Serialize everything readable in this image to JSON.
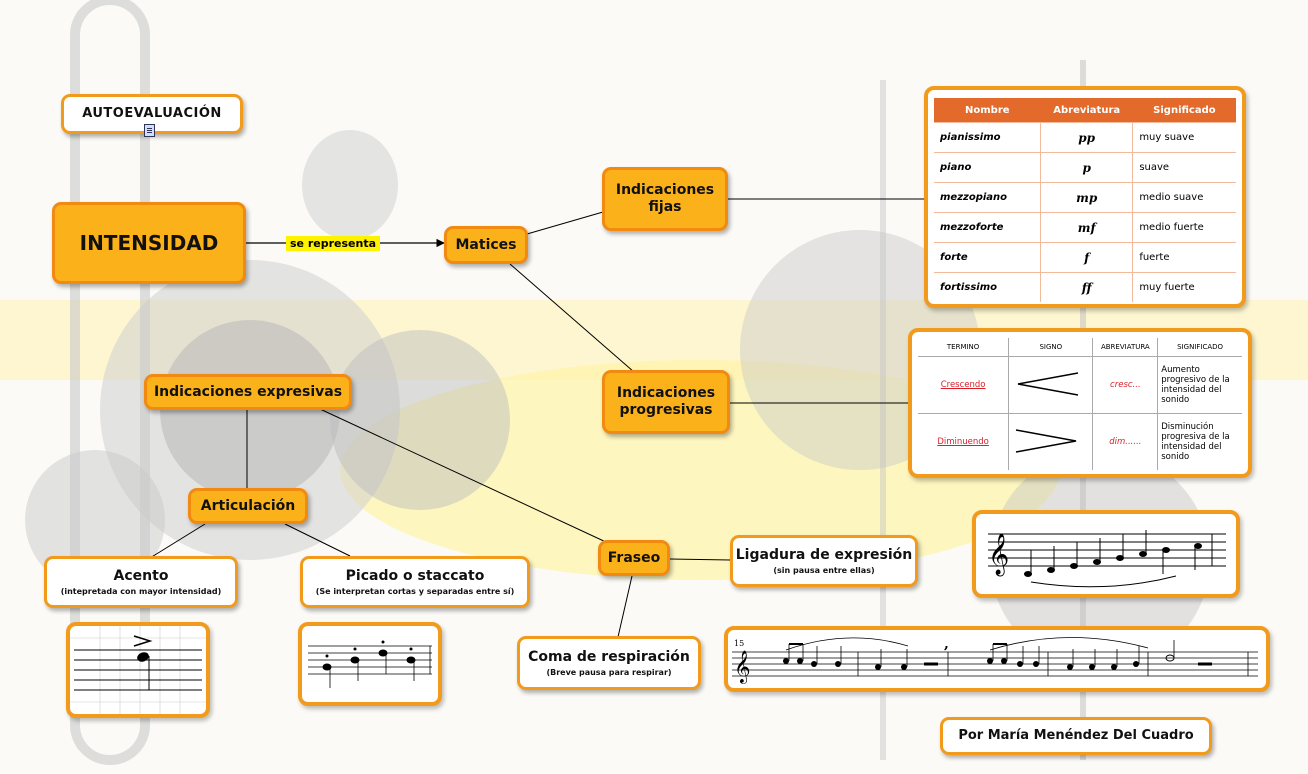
{
  "autoevaluacion": "AUTOEVALUACIÓN",
  "main_topic": "INTENSIDAD",
  "edge_label": "se representa",
  "matices": "Matices",
  "ind_fijas": "Indicaciones fijas",
  "ind_progresivas": "Indicaciones progresivas",
  "ind_expresivas": "Indicaciones expresivas",
  "articulacion": "Articulación",
  "acento": {
    "title": "Acento",
    "sub": "(intepretada con mayor intensidad)"
  },
  "picado": {
    "title": "Picado o staccato",
    "sub": "(Se interpretan cortas y separadas entre sí)"
  },
  "fraseo": "Fraseo",
  "ligadura": {
    "title": "Ligadura de expresión",
    "sub": "(sin pausa entre ellas)"
  },
  "coma": {
    "title": "Coma de respiración",
    "sub": "(Breve pausa para respirar)"
  },
  "author": "Por María Menéndez Del Cuadro",
  "table_fijas": {
    "headers": [
      "Nombre",
      "Abreviatura",
      "Significado"
    ],
    "rows": [
      [
        "pianissimo",
        "pp",
        "muy suave"
      ],
      [
        "piano",
        "p",
        "suave"
      ],
      [
        "mezzopiano",
        "mp",
        "medio suave"
      ],
      [
        "mezzoforte",
        "mf",
        "medio fuerte"
      ],
      [
        "forte",
        "f",
        "fuerte"
      ],
      [
        "fortissimo",
        "ff",
        "muy fuerte"
      ]
    ]
  },
  "table_progresivas": {
    "headers": [
      "TERMINO",
      "SIGNO",
      "ABREVIATURA",
      "SIGNIFICADO"
    ],
    "rows": [
      [
        "Crescendo",
        "cresc...",
        "Aumento progresivo de la intensidad del sonido"
      ],
      [
        "Diminuendo",
        "dim......",
        "Disminución progresiva de la intensidad del sonido"
      ]
    ]
  },
  "score_measure": "15",
  "colors": {
    "accent": "#fbb21a",
    "border": "#f29a1c",
    "table_header": "#e36a2a",
    "highlight": "#fff200"
  }
}
